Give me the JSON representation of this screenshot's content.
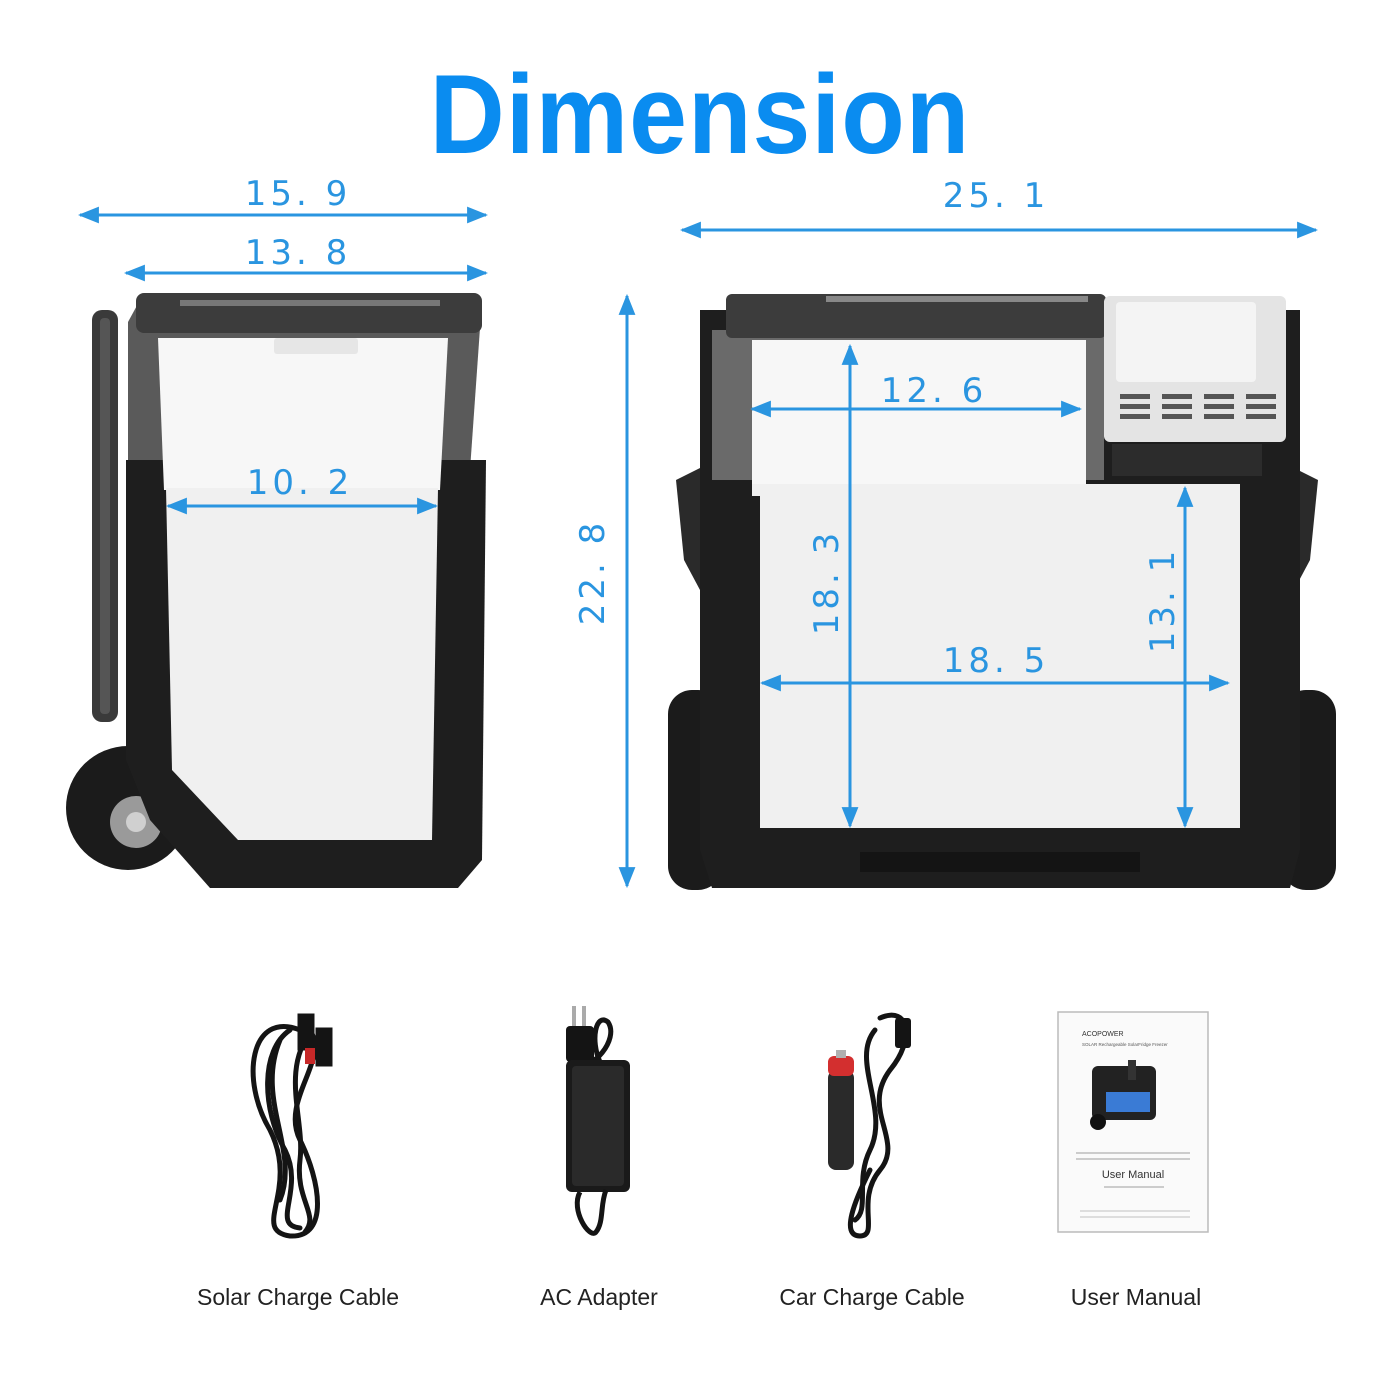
{
  "title": "Dimension",
  "colors": {
    "accent": "#0a8cf0",
    "dimension_line": "#2a95e0",
    "body_dark": "#1e1e1e",
    "body_grey": "#4a4a4a",
    "liner": "#f3f3f3"
  },
  "dimensions": {
    "side_total_width": "15. 9",
    "side_body_width": "13. 8",
    "side_inner_width": "10. 2",
    "height_total": "22. 8",
    "front_total_width": "25. 1",
    "front_upper_width": "12. 6",
    "front_upper_depth": "18. 3",
    "front_lower_width": "18. 5",
    "front_lower_depth": "13. 1"
  },
  "accessories": [
    {
      "label": "Solar Charge Cable",
      "icon": "solar-charge-cable-icon"
    },
    {
      "label": "AC Adapter",
      "icon": "ac-adapter-icon"
    },
    {
      "label": "Car Charge Cable",
      "icon": "car-charge-cable-icon"
    },
    {
      "label": "User Manual",
      "icon": "user-manual-icon"
    }
  ],
  "manual": {
    "brand": "ACOPOWER",
    "subtitle": "SOLAR Rechargeable SolarFridge Freezer",
    "heading": "User Manual"
  }
}
